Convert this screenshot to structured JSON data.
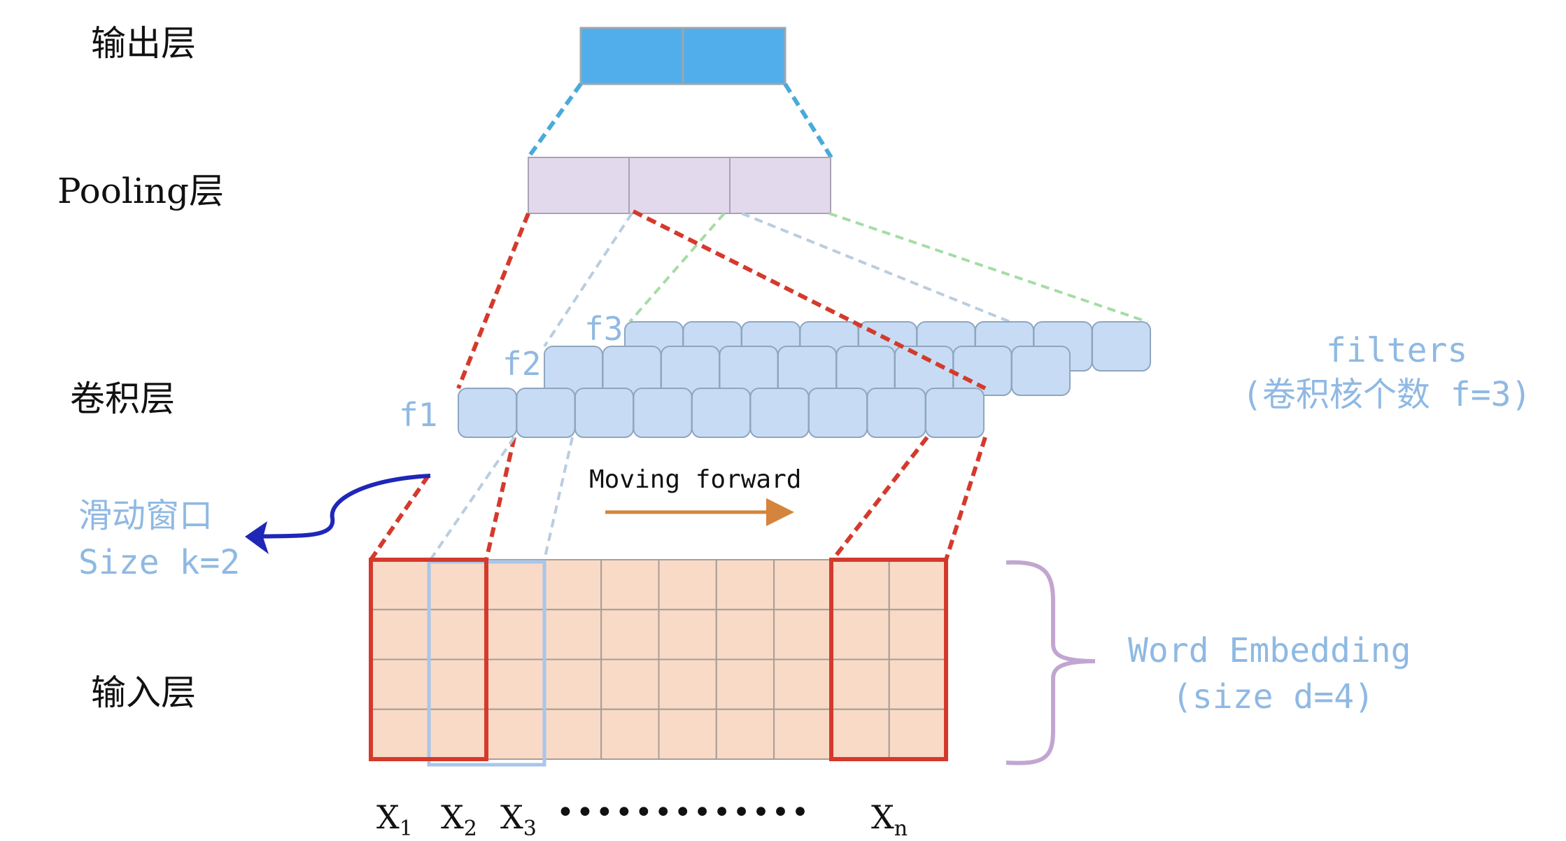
{
  "layers": {
    "output": "输出层",
    "pooling": "Pooling层",
    "conv": "卷积层",
    "input": "输入层"
  },
  "filters": {
    "f1": "f1",
    "f2": "f2",
    "f3": "f3",
    "title": "filters",
    "subtitle": "(卷积核个数 f=3)"
  },
  "window": {
    "title": "滑动窗口",
    "size": "Size k=2"
  },
  "moving_label": "Moving forward",
  "embedding": {
    "title": "Word Embedding",
    "size": "(size d=4)"
  },
  "x_labels": {
    "x1": "X",
    "x1_sub": "1",
    "x2": "X",
    "x2_sub": "2",
    "x3": "X",
    "x3_sub": "3",
    "dots": "•••••••••••••",
    "xn": "X",
    "xn_sub": "n"
  },
  "structure": {
    "output_units": 2,
    "pooling_units": 3,
    "filter_count": 3,
    "conv_units_per_filter": 9,
    "input_columns": 10,
    "input_rows": 4
  },
  "colors": {
    "output_fill": "#52aeea",
    "pooling_fill": "#e2d9ec",
    "conv_fill": "#c7dcf4",
    "input_fill": "#f8dac6",
    "window_red": "#d43a2c",
    "window_blue": "#a9c6ea",
    "arrow_orange": "#d4843c",
    "arrow_blue": "#1f27b8",
    "brace_purple": "#c2a5d0",
    "green_dash": "#a5dca5"
  }
}
